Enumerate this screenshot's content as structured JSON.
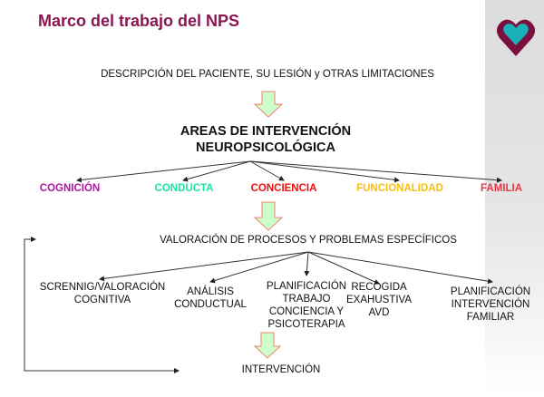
{
  "title": "Marco del trabajo del NPS",
  "logo": "heart-logo",
  "description": "DESCRIPCIÓN DEL PACIENTE, SU LESIÓN y OTRAS LIMITACIONES",
  "areas": {
    "line1": "AREAS DE INTERVENCIÓN",
    "line2": "NEUROPSICOLÓGICA"
  },
  "categories": [
    {
      "label": "COGNICIÓN",
      "color": "#b0169e"
    },
    {
      "label": "CONDUCTA",
      "color": "#19e6a0"
    },
    {
      "label": "CONCIENCIA",
      "color": "#f01010"
    },
    {
      "label": "FUNCIONALIDAD",
      "color": "#f5c010"
    },
    {
      "label": "FAMILIA",
      "color": "#e83848"
    }
  ],
  "valoracion": "VALORACIÓN DE PROCESOS Y PROBLEMAS ESPECÍFICOS",
  "subitems": [
    {
      "l1": "SCRENNIG/VALORACIÓN",
      "l2": "COGNITIVA"
    },
    {
      "l1": "ANÁLISIS",
      "l2": "CONDUCTUAL"
    },
    {
      "l1": "PLANIFICACIÓN",
      "l2": "TRABAJO",
      "l3": "CONCIENCIA Y",
      "l4": "PSICOTERAPIA"
    },
    {
      "l1": "RECOGIDA",
      "l2": "EXAHUSTIVA",
      "l3": "AVD"
    },
    {
      "l1": "PLANIFICACIÓN",
      "l2": "INTERVENCIÓN",
      "l3": "FAMILIAR"
    }
  ],
  "intervencion": "INTERVENCIÓN"
}
